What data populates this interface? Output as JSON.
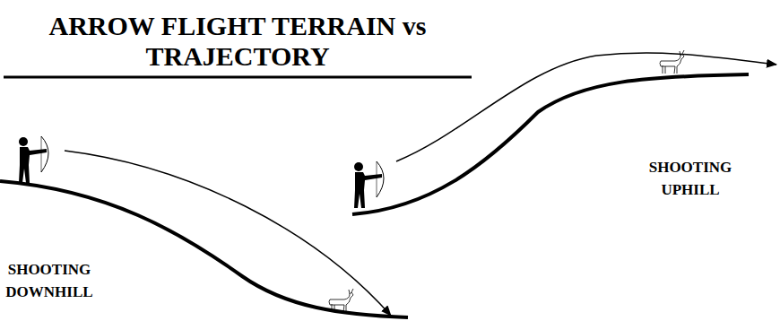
{
  "diagram": {
    "title": "ARROW FLIGHT TERRAIN vs TRAJECTORY",
    "labels": [
      "SHOOTING UPHILL",
      "SHOOTING DOWNHILL"
    ]
  }
}
